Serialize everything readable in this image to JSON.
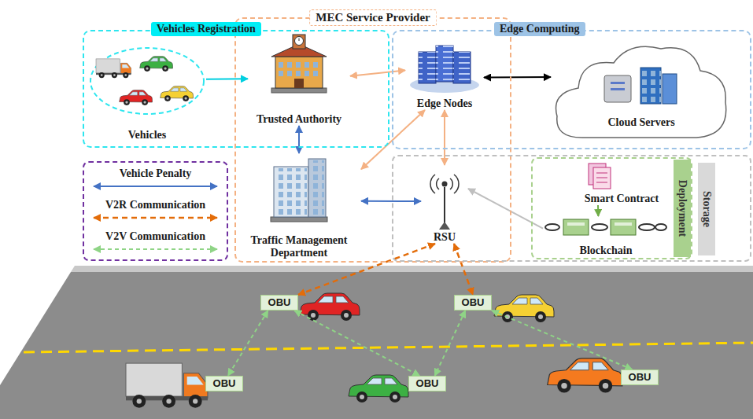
{
  "diagram": {
    "nodes": [
      {
        "text": [
          "MEC Service Provider"
        ]
      },
      {
        "text": [
          "Vehicles Registration"
        ]
      },
      {
        "text": [
          "Vehicles"
        ],
        "in": 1
      },
      {
        "text": [
          "Trusted Authority"
        ],
        "in": 1
      },
      {
        "text": [
          "Edge Computing"
        ]
      },
      {
        "text": [
          "Edge Nodes"
        ],
        "in": 4
      },
      {
        "text": [
          "Cloud Servers"
        ],
        "in": 4
      },
      {
        "text": [
          "Traffic Management Department"
        ],
        "in": 0
      },
      {
        "text": [
          "Storage"
        ]
      },
      {
        "text": [
          "RSU"
        ],
        "in": 8
      },
      {
        "text": [
          "Deployment"
        ],
        "in": 8
      },
      {
        "text": [
          "Smart Contract"
        ],
        "in": 10
      },
      {
        "text": [
          "Blockchain"
        ],
        "in": 10
      },
      {
        "text": [
          "OBU"
        ]
      },
      {
        "text": [
          "OBU"
        ]
      },
      {
        "text": [
          "OBU"
        ]
      },
      {
        "text": [
          "OBU"
        ]
      },
      {
        "text": [
          "OBU"
        ]
      }
    ],
    "edges": [
      {
        "from": 2,
        "to": 3,
        "arrow": "to"
      },
      {
        "from": 3,
        "to": 5,
        "arrow": "both"
      },
      {
        "from": 3,
        "to": 7,
        "arrow": "both"
      },
      {
        "from": 5,
        "to": 6,
        "arrow": "both"
      },
      {
        "from": 5,
        "to": 7,
        "arrow": "both"
      },
      {
        "from": 5,
        "to": 9,
        "arrow": "both"
      },
      {
        "from": 7,
        "to": 9,
        "arrow": "both"
      },
      {
        "from": 12,
        "to": 9,
        "arrow": "to"
      },
      {
        "from": 11,
        "to": 12,
        "arrow": "to"
      },
      {
        "from": 9,
        "to": 13,
        "arrow": "both"
      },
      {
        "from": 9,
        "to": 14,
        "arrow": "both"
      },
      {
        "from": 13,
        "to": 15,
        "arrow": "both"
      },
      {
        "from": 13,
        "to": 16,
        "arrow": "both"
      },
      {
        "from": 14,
        "to": 16,
        "arrow": "both"
      },
      {
        "from": 14,
        "to": 17,
        "arrow": "both"
      }
    ],
    "legend": [
      {
        "text": "Vehicle Penalty"
      },
      {
        "text": "V2R Communication"
      },
      {
        "text": "V2V Communication"
      }
    ]
  }
}
